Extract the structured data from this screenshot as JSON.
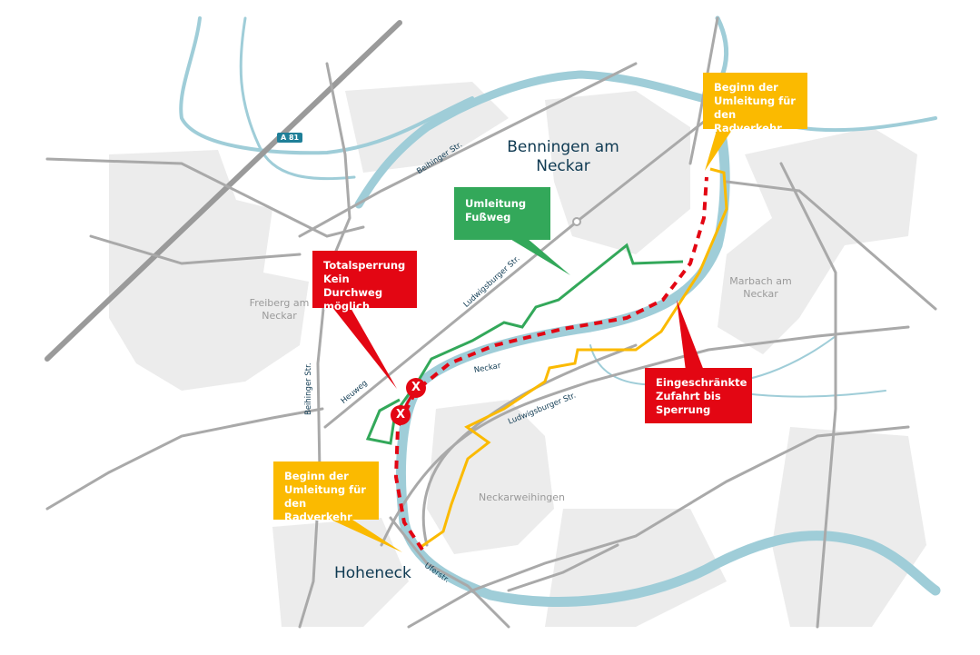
{
  "colors": {
    "river": "#9fcdd8",
    "road": "#a9a9a9",
    "settlement": "#ececec",
    "detour_foot": "#33a85a",
    "detour_bike": "#fbba00",
    "closure": "#e30613",
    "label": "#0f3a52"
  },
  "places": {
    "benningen": "Benningen am Neckar",
    "hoheneck": "Hoheneck",
    "freiberg": "Freiberg am Neckar",
    "marbach": "Marbach am Neckar",
    "neckarweihingen": "Neckarweihingen"
  },
  "streets": {
    "beihinger_1": "Beihinger Str.",
    "beihinger_2": "Beihinger Str.",
    "ludwigsburger_1": "Ludwigsburger Str.",
    "ludwigsburger_2": "Ludwigsburger Str.",
    "heuweg": "Heuweg",
    "neckar": "Neckar",
    "uferstr": "Uferstr."
  },
  "motorway": "A 81",
  "callouts": {
    "bike_start_north": "Beginn der Umleitung für den Radverkehr",
    "foot_detour": "Umleitung Fußweg",
    "total_closure": "Totalsperrung Kein Durchweg möglich",
    "restricted": "Eingeschränkte Zufahrt bis Sperrung",
    "bike_start_south": "Beginn der Umleitung für den Radverkehr"
  },
  "closure_marker": "X"
}
